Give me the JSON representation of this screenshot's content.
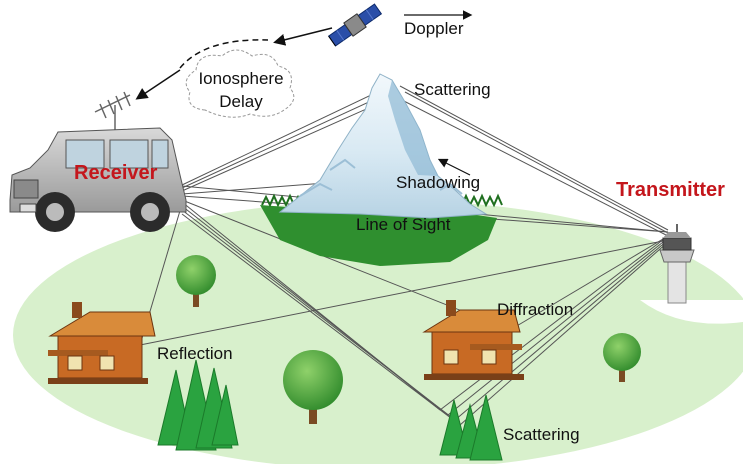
{
  "labels": {
    "doppler": "Doppler",
    "ionosphere": "Ionosphere",
    "delay": "Delay",
    "scattering_top": "Scattering",
    "shadowing": "Shadowing",
    "line_of_sight": "Line of Sight",
    "receiver": "Receiver",
    "transmitter": "Transmitter",
    "diffraction": "Diffraction",
    "reflection": "Reflection",
    "scattering_bottom": "Scattering"
  },
  "colors": {
    "ground": "#d8f0cc",
    "accent_red": "#c4161c",
    "tree_green": "#2aa340",
    "ray_line": "#555555"
  },
  "icons": [
    "satellite-icon",
    "antenna-icon",
    "car-icon",
    "mountain-icon",
    "tower-icon",
    "house-icon",
    "tree-icon",
    "cloud-icon"
  ]
}
